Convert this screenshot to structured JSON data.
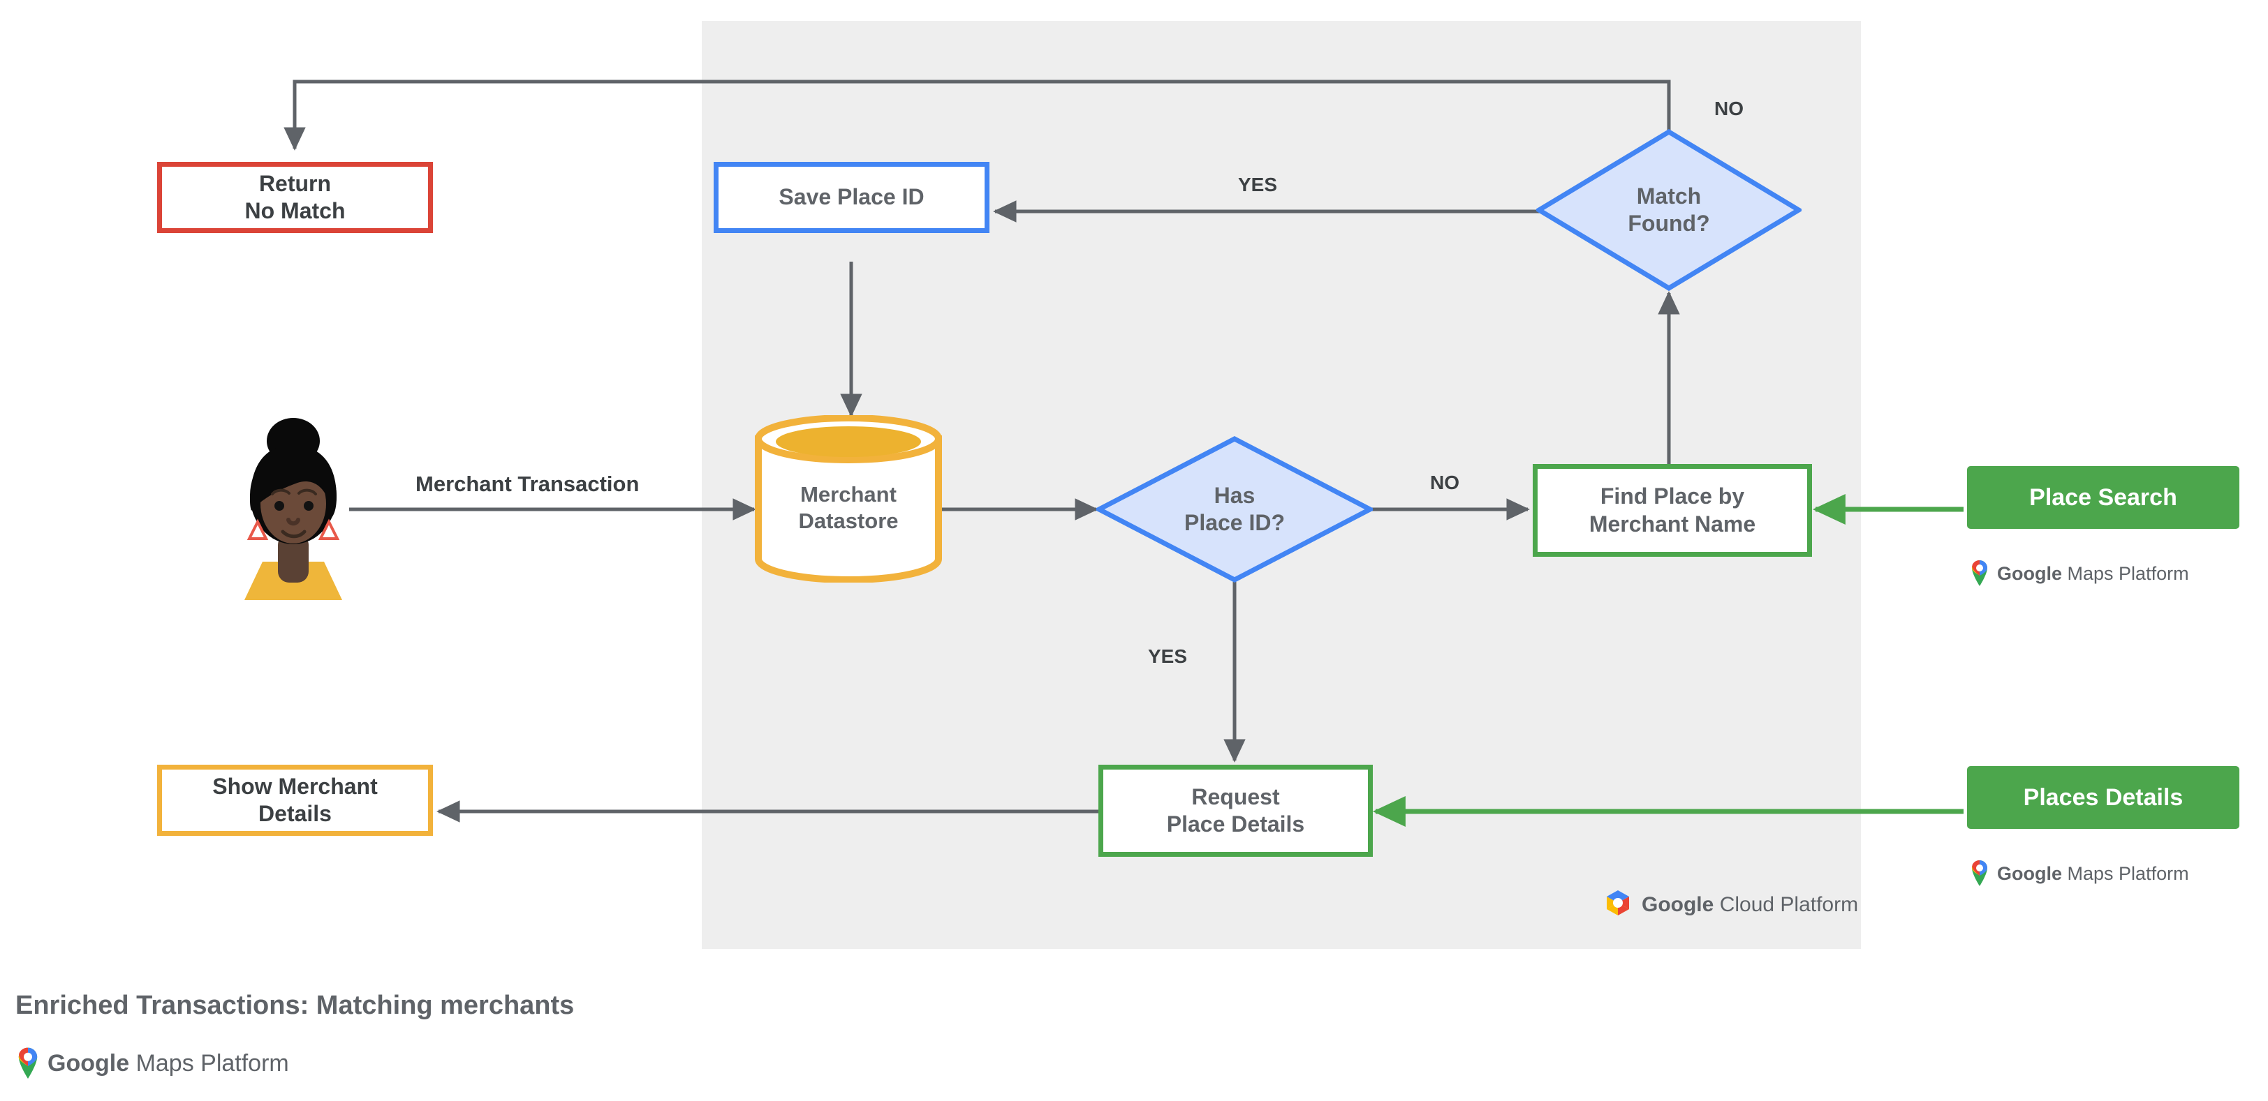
{
  "diagram": {
    "title": "Enriched Transactions: Matching merchants",
    "type": "flowchart",
    "panel_label": "Google Cloud Platform boundary",
    "colors": {
      "panel_bg": "#EEEEEE",
      "red": "#DB4437",
      "blue": "#4285F4",
      "blue_fill": "#D7E3FC",
      "green": "#4CA64C",
      "yellow": "#F2B23B",
      "wire": "#5F6368",
      "text": "#5F6368"
    },
    "nodes": {
      "return_no_match": {
        "label": "Return\nNo Match",
        "shape": "rect",
        "style": "red-outline"
      },
      "save_place_id": {
        "label": "Save Place ID",
        "shape": "rect",
        "style": "blue-outline"
      },
      "match_found": {
        "label": "Match\nFound?",
        "shape": "diamond",
        "style": "blue-fill"
      },
      "merchant_datastore": {
        "label": "Merchant\nDatastore",
        "shape": "cylinder",
        "style": "yellow-outline"
      },
      "has_place_id": {
        "label": "Has\nPlace ID?",
        "shape": "diamond",
        "style": "blue-fill"
      },
      "find_place_by_merchant_name": {
        "label": "Find Place by\nMerchant Name",
        "shape": "rect",
        "style": "green-outline"
      },
      "request_place_details": {
        "label": "Request\nPlace Details",
        "shape": "rect",
        "style": "green-outline"
      },
      "show_merchant_details": {
        "label": "Show Merchant\nDetails",
        "shape": "rect",
        "style": "yellow-outline"
      },
      "place_search": {
        "label": "Place Search",
        "shape": "rect",
        "style": "green-filled"
      },
      "places_details": {
        "label": "Places Details",
        "shape": "rect",
        "style": "green-filled"
      },
      "user_avatar": {
        "label": "User avatar illustration",
        "shape": "illustration"
      }
    },
    "edge_labels": {
      "merchant_transaction": "Merchant Transaction",
      "yes_match_found": "YES",
      "no_match_found": "NO",
      "no_has_place_id": "NO",
      "yes_has_place_id": "YES"
    },
    "logos": {
      "maps_platform": {
        "google": "Google",
        "product": "Maps Platform"
      },
      "cloud_platform": {
        "google": "Google",
        "product": "Cloud Platform"
      }
    }
  }
}
